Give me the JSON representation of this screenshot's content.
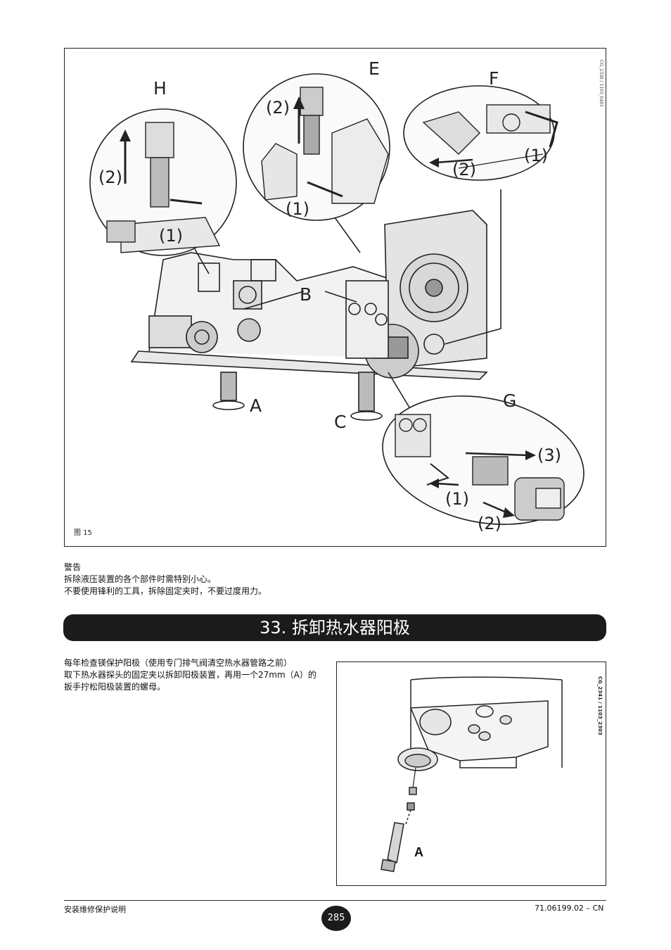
{
  "figure15": {
    "callouts": {
      "h": "H",
      "e": "E",
      "f": "F",
      "b": "B",
      "a": "A",
      "c": "C",
      "g": "G",
      "h_step1": "(1)",
      "h_step2": "(2)",
      "e_step1": "(1)",
      "e_step2": "(2)",
      "f_step1": "(1)",
      "f_step2": "(2)",
      "g_step1": "(1)",
      "g_step2": "(2)",
      "g_step3": "(3)"
    },
    "code": "CG_2336 / 1103_0401",
    "caption": "图 15"
  },
  "warning": {
    "title": "警告",
    "line1": "拆除液压装置的各个部件时需特别小心。",
    "line2": "不要使用锋利的工具，拆除固定夹时，不要过度用力。"
  },
  "section": {
    "title": "33. 拆卸热水器阳极"
  },
  "body": {
    "para1": "每年检查镁保护阳极（使用专门排气阀清空热水器管路之前）",
    "para2": "取下热水器探头的固定夹以拆卸阳极装置，再用一个27mm（A）的扳手拧松阳极装置的螺母。"
  },
  "figure_anode": {
    "code": "CG_2341 / 1103_2303",
    "label_a": "A"
  },
  "footer": {
    "left": "安装维修保护说明",
    "page": "285",
    "right": "71.06199.02 – CN"
  }
}
